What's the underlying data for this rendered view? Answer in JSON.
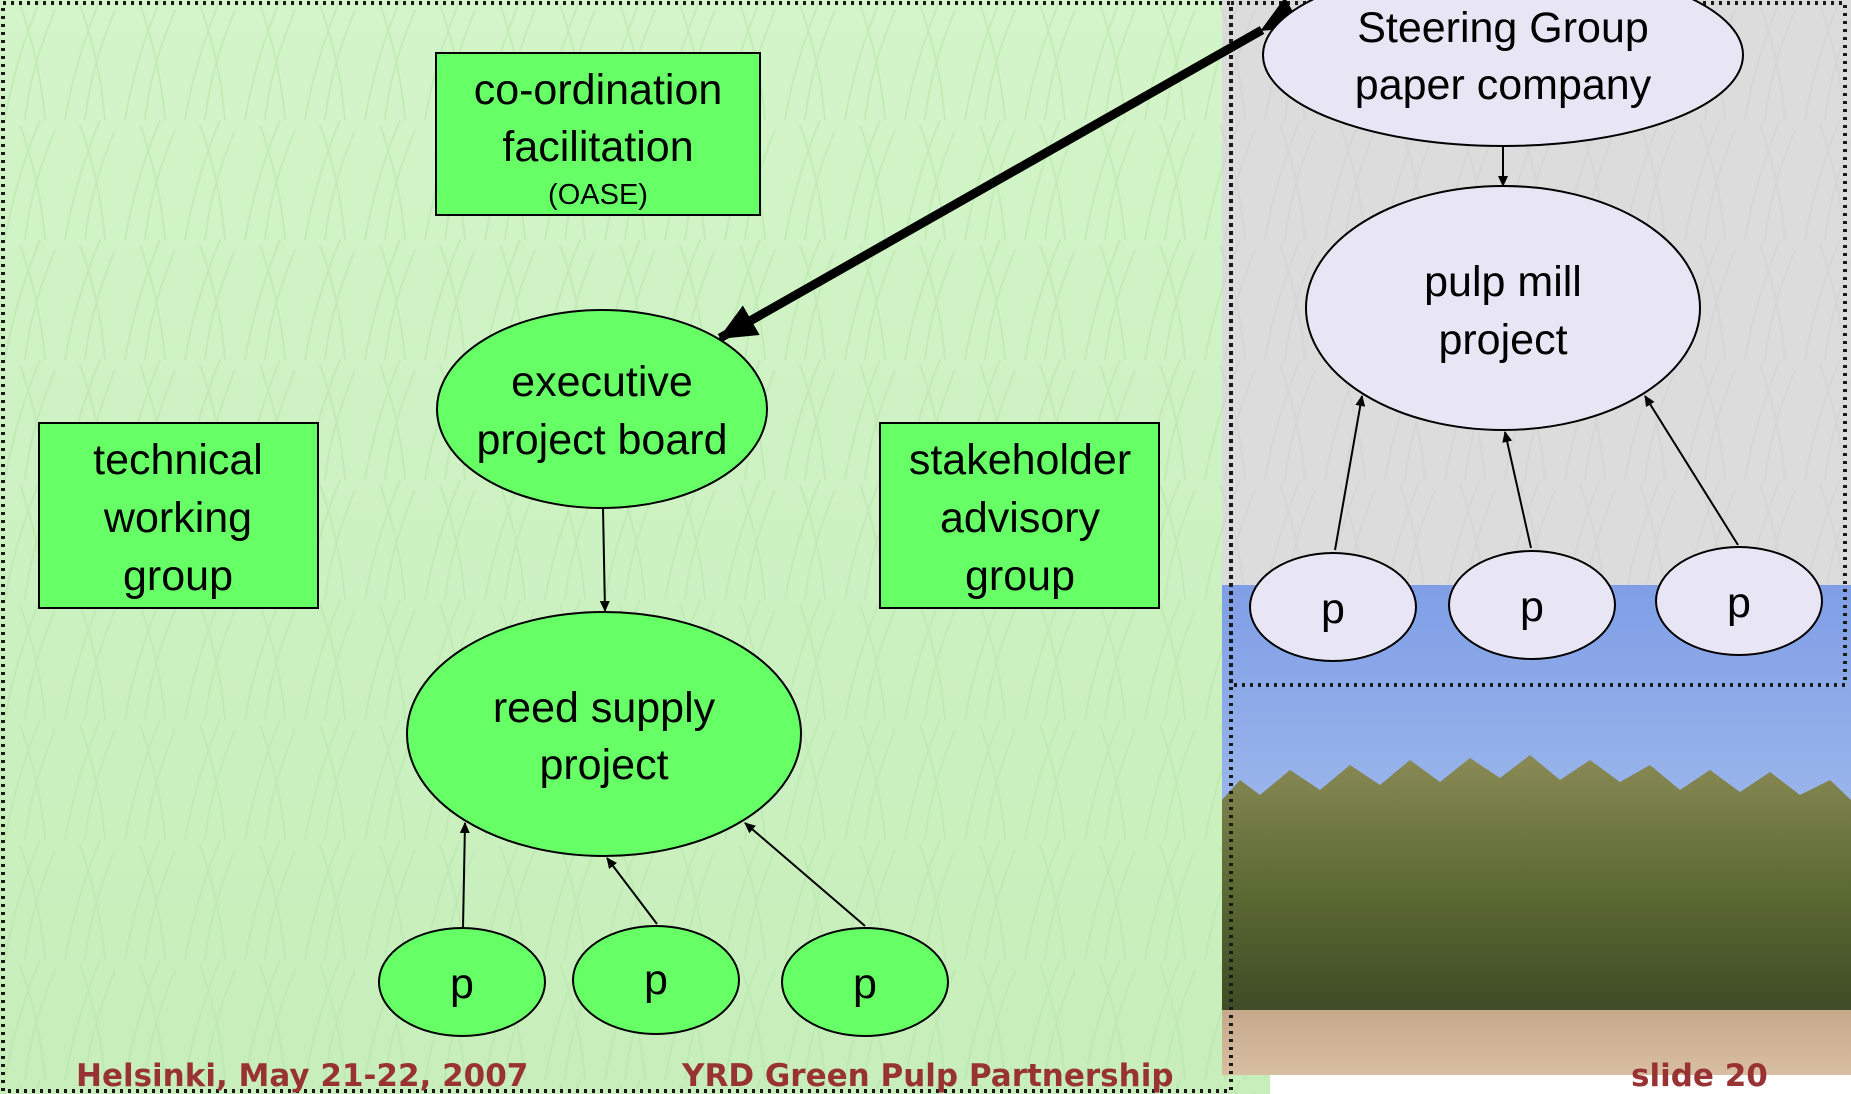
{
  "left_panel": {
    "coordination_box": {
      "line1": "co-ordination",
      "line2": "facilitation",
      "line3": "(OASE)"
    },
    "executive_board": {
      "line1": "executive",
      "line2": "project board"
    },
    "technical_group": {
      "line1": "technical",
      "line2": "working",
      "line3": "group"
    },
    "stakeholder_group": {
      "line1": "stakeholder",
      "line2": "advisory",
      "line3": "group"
    },
    "reed_project": {
      "line1": "reed supply",
      "line2": "project"
    },
    "partners": [
      "p",
      "p",
      "p"
    ]
  },
  "right_panel": {
    "steering_group": {
      "line1": "Steering Group",
      "line2": "paper company"
    },
    "pulp_project": {
      "line1": "pulp mill",
      "line2": "project"
    },
    "partners": [
      "p",
      "p",
      "p"
    ]
  },
  "footer": {
    "location_date": "Helsinki, May 21-22, 2007",
    "partnership": "YRD Green Pulp Partnership",
    "slide_label": "slide 20"
  },
  "colors": {
    "green_node": "#66ff66",
    "lavender_node": "#e8e6f4",
    "footer_text": "#993333"
  }
}
